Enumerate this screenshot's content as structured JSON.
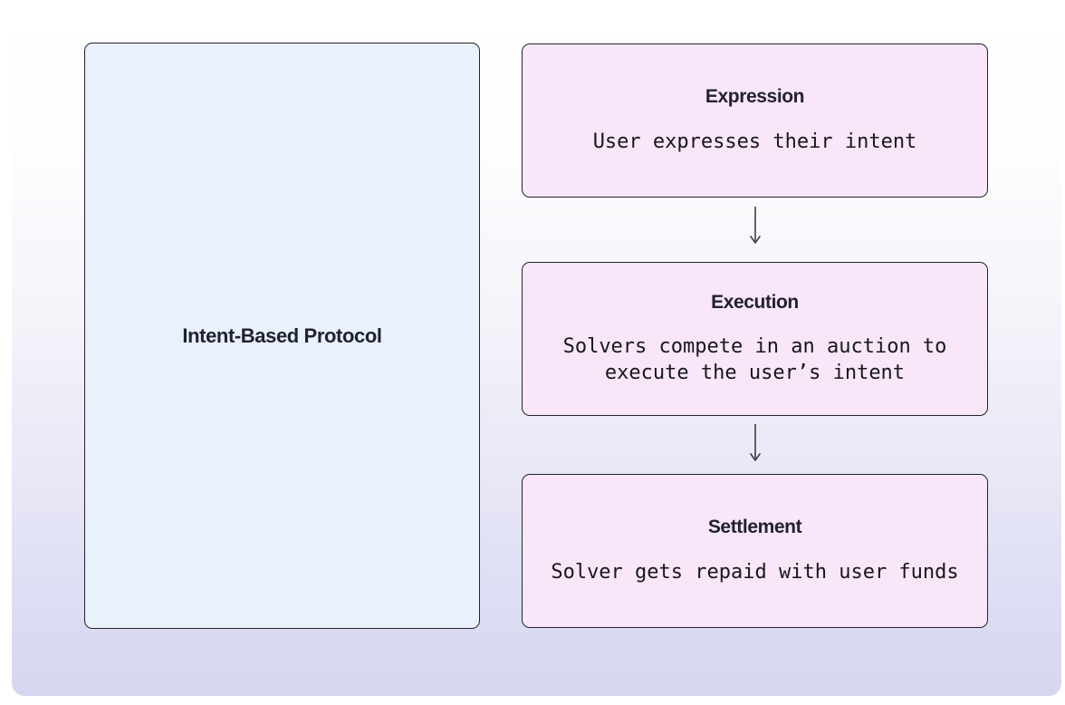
{
  "colors": {
    "bg_top": "#ffffff",
    "bg_bottom": "#d6d6f0",
    "protocol_box_fill": "#e9f1fb",
    "step_box_fill": "#f9e6f9",
    "box_border": "#23232e",
    "title_color": "#212130",
    "body_color": "#17171c",
    "arrow_color": "#3d3d44"
  },
  "diagram": {
    "protocol_box": {
      "label": "Intent-Based Protocol"
    },
    "steps": [
      {
        "title": "Expression",
        "description": "User expresses their intent"
      },
      {
        "title": "Execution",
        "description": "Solvers compete in an auction to execute the user’s intent"
      },
      {
        "title": "Settlement",
        "description": "Solver gets repaid with user funds"
      }
    ]
  }
}
